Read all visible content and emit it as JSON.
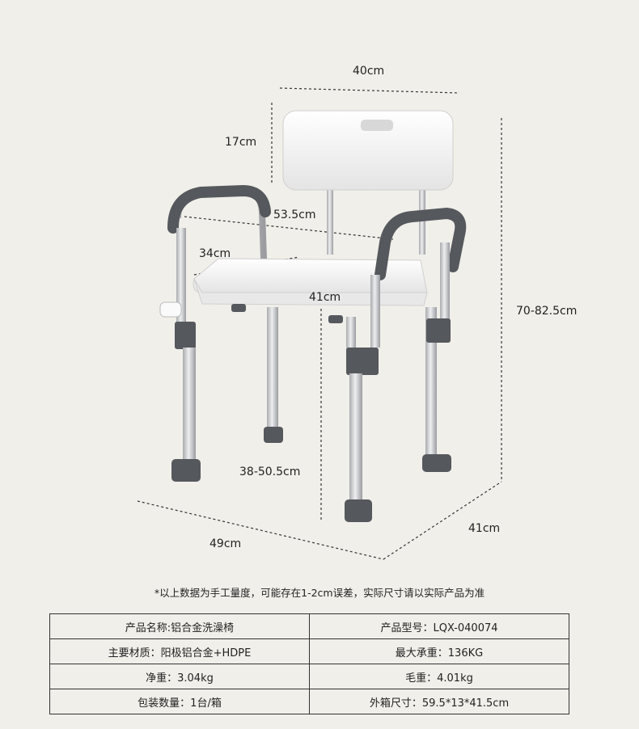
{
  "dimensions": {
    "width_top": "40cm",
    "backrest_height": "17cm",
    "armrest_span": "53.5cm",
    "seat_depth": "34cm",
    "seat_width": "41cm",
    "total_height": "70-82.5cm",
    "seat_height": "38-50.5cm",
    "base_width": "49cm",
    "base_depth": "41cm"
  },
  "note": "*以上数据为手工量度，可能存在1-2cm误差，实际尺寸请以实际产品为准",
  "specs": [
    [
      "产品名称:铝合金洗澡椅",
      "产品型号：LQX-040074"
    ],
    [
      "主要材质：阳极铝合金+HDPE",
      "最大承重：136KG"
    ],
    [
      "净重：3.04kg",
      "毛重：4.01kg"
    ],
    [
      "包装数量：1台/箱",
      "外箱尺寸：59.5*13*41.5cm"
    ]
  ],
  "colors": {
    "background": "#f1efea",
    "seat": "#ffffff",
    "frame": "#c8c9cc",
    "grip": "#55585c"
  }
}
